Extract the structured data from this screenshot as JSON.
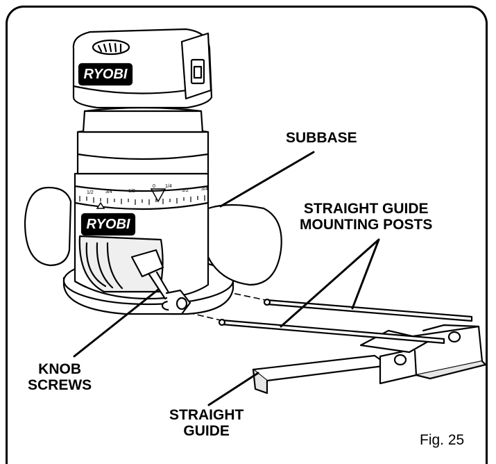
{
  "callouts": {
    "subbase": "SUBBASE",
    "mounting_posts_line1": "STRAIGHT GUIDE",
    "mounting_posts_line2": "MOUNTING POSTS",
    "knob_screws_line1": "KNOB",
    "knob_screws_line2": "SCREWS",
    "straight_guide_line1": "STRAIGHT",
    "straight_guide_line2": "GUIDE"
  },
  "figure_label": "Fig. 25",
  "brand": {
    "motor_logo": "RYOBI",
    "base_logo": "RYOBI"
  },
  "scale_marks": [
    "1/2",
    "3/4",
    "1/2",
    "0",
    "1/4",
    "1/2",
    "3/4"
  ],
  "colors": {
    "ink": "#000000",
    "paper": "#ffffff",
    "shade": "#d9d9d9"
  }
}
